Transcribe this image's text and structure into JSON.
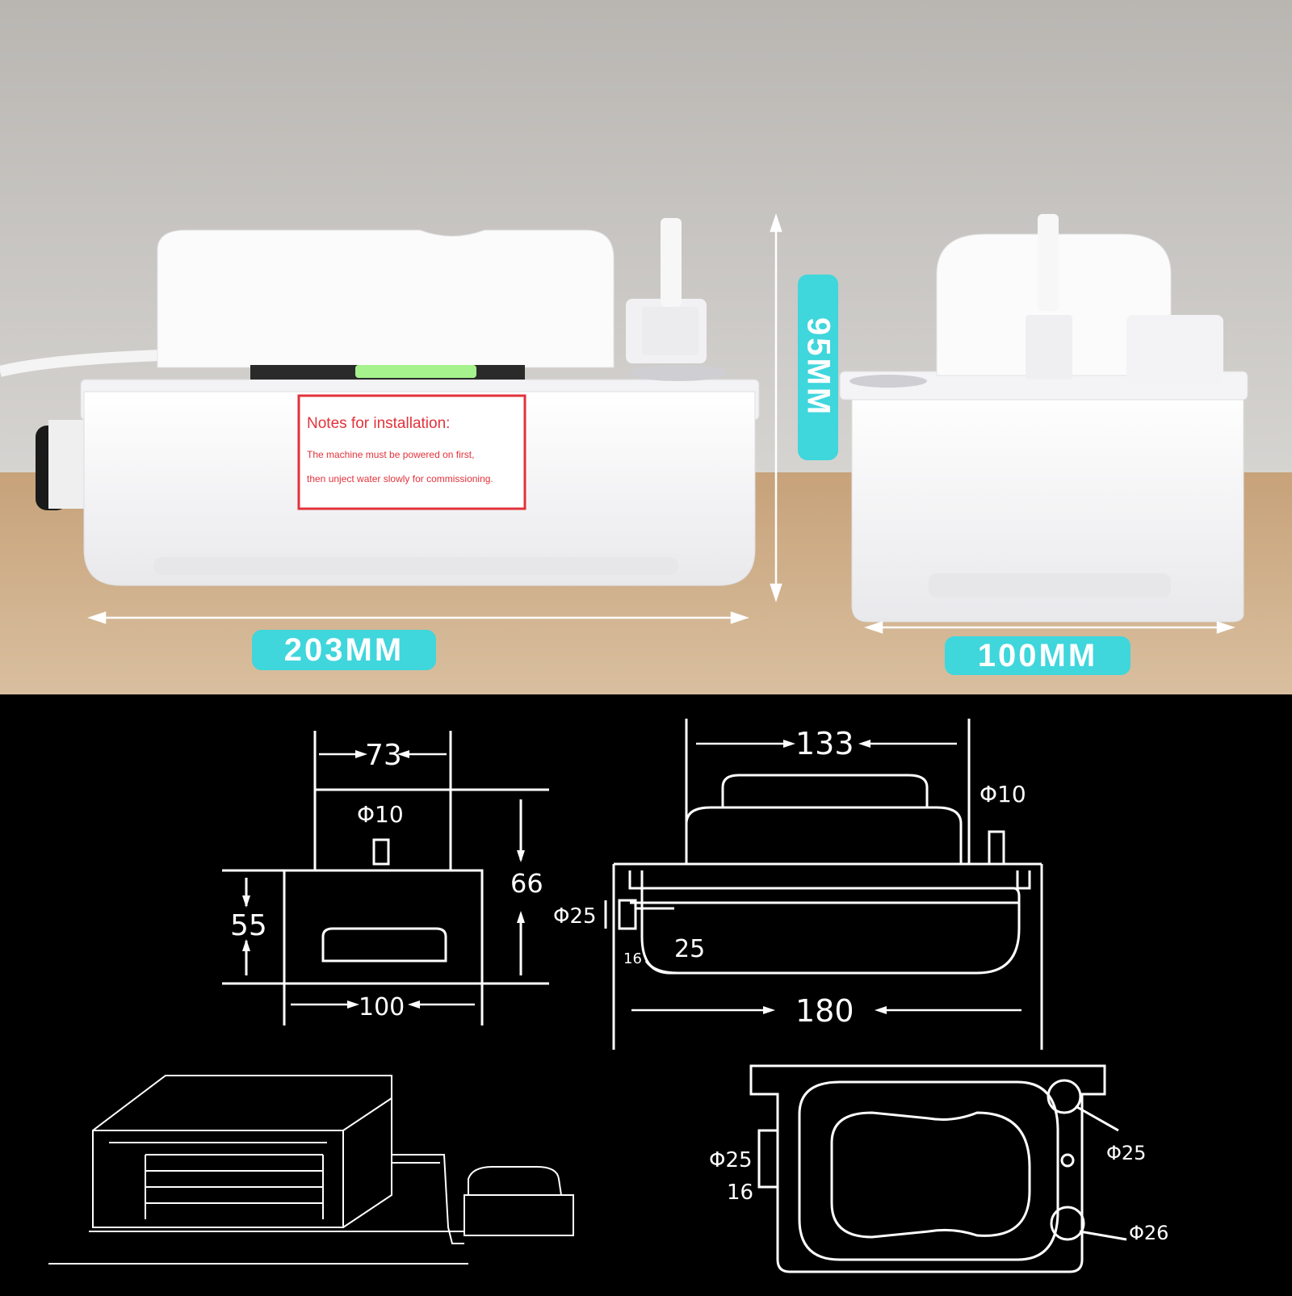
{
  "photo": {
    "label": {
      "title": "Notes for installation:",
      "line1": "The machine must be powered on first,",
      "line2": "then unject water slowly for commissioning."
    },
    "badges": {
      "width": "203MM",
      "height": "95MM",
      "depth": "100MM"
    }
  },
  "drawing": {
    "front": {
      "d73": "73",
      "phi10": "Φ10",
      "d66": "66",
      "d55": "55",
      "d100": "100"
    },
    "side": {
      "d133": "133",
      "phi10": "Φ10",
      "phi25": "Φ25",
      "d25": "25",
      "d16": "16",
      "d180": "180"
    },
    "top": {
      "phi25_left": "Φ25",
      "d16": "16",
      "phi25_right": "Φ25",
      "phi26": "Φ26"
    }
  },
  "colors": {
    "badge": "#3fd6dc",
    "label_red": "#e2323b",
    "wall": "#c9c7c4",
    "table": "#c9a781"
  }
}
